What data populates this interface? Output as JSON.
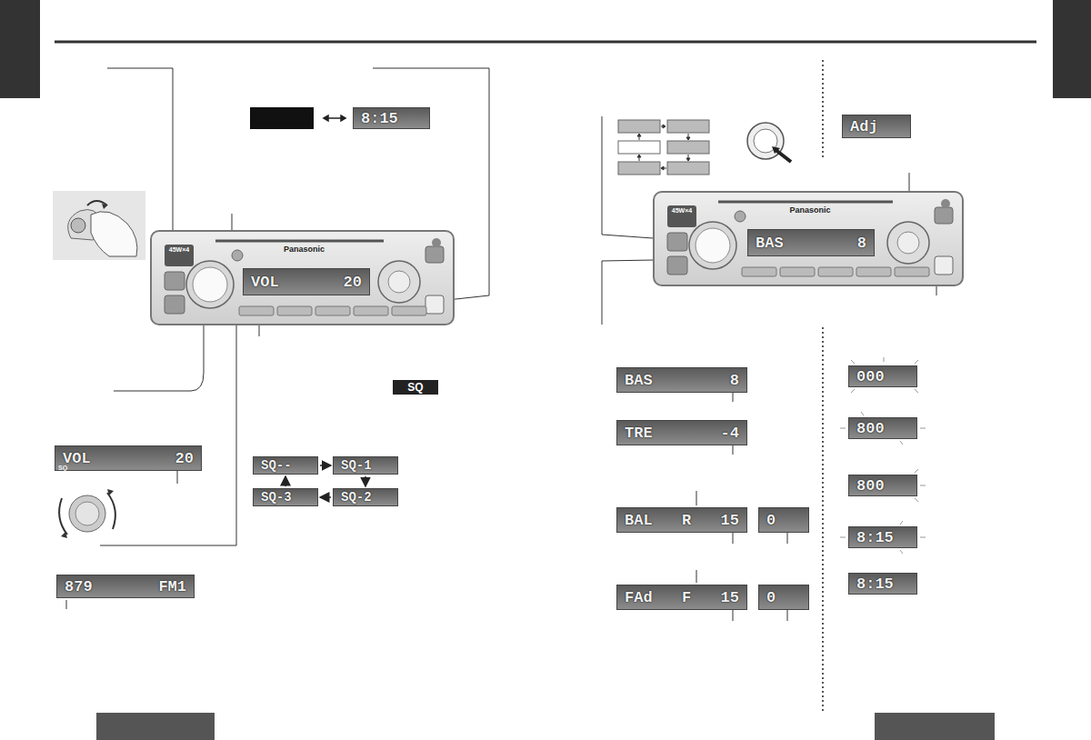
{
  "diagram": {
    "nodes": [
      {
        "text": [
          "8:15"
        ]
      },
      {
        "text": [
          "Panasonic",
          "45W×4"
        ]
      },
      {
        "text": [
          "VOL",
          "20"
        ],
        "in": 1
      },
      {
        "text": [
          "SQ"
        ]
      },
      {
        "text": [
          "VOL",
          "20",
          "SQ"
        ]
      },
      {
        "text": [
          "SQ--"
        ]
      },
      {
        "text": [
          "SQ-1"
        ]
      },
      {
        "text": [
          "SQ-3"
        ]
      },
      {
        "text": [
          "SQ-2"
        ]
      },
      {
        "text": [
          "879",
          "FM1"
        ]
      },
      {
        "text": [
          "Adj"
        ]
      },
      {
        "text": [
          "Panasonic",
          "45W×4"
        ]
      },
      {
        "text": [
          "BAS",
          "8"
        ],
        "in": 11
      },
      {
        "text": [
          "BAS",
          "8"
        ]
      },
      {
        "text": [
          "TRE",
          "-4"
        ]
      },
      {
        "text": [
          "BAL",
          "R",
          "15"
        ]
      },
      {
        "text": [
          "0"
        ]
      },
      {
        "text": [
          "FAd",
          "F",
          "15"
        ]
      },
      {
        "text": [
          "0"
        ]
      },
      {
        "text": [
          "000"
        ]
      },
      {
        "text": [
          "800"
        ]
      },
      {
        "text": [
          "800"
        ]
      },
      {
        "text": [
          "8:15"
        ]
      },
      {
        "text": [
          "8:15"
        ]
      }
    ],
    "edges": [
      {
        "from": 5,
        "to": 6,
        "arrow": "to"
      },
      {
        "from": 6,
        "to": 8,
        "arrow": "to"
      },
      {
        "from": 8,
        "to": 7,
        "arrow": "to"
      },
      {
        "from": 7,
        "to": 5,
        "arrow": "to"
      }
    ]
  }
}
